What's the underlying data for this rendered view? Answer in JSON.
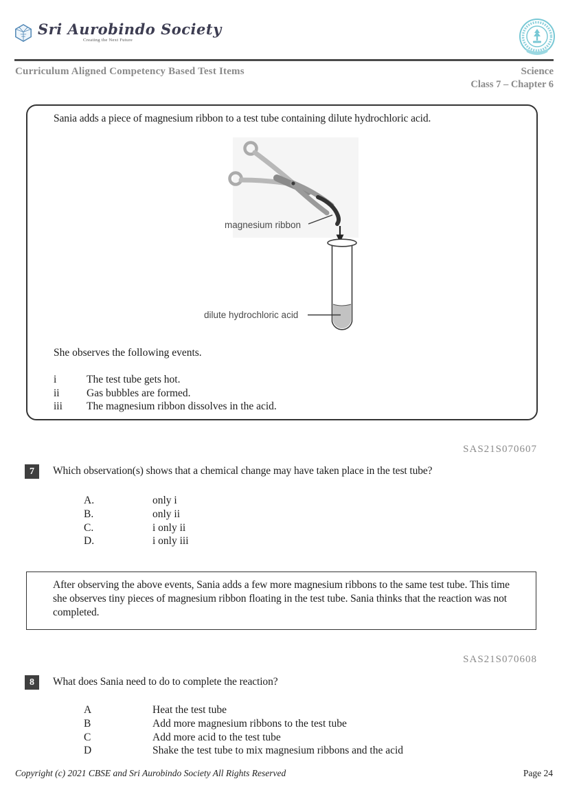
{
  "header": {
    "logo_text": "Sri Aurobindo Society",
    "logo_tagline": "Creating the Next Future",
    "left_heading": "Curriculum Aligned Competency Based Test Items",
    "subject": "Science",
    "class_chapter": "Class 7 – Chapter 6"
  },
  "scenario1": {
    "intro": "Sania adds a piece of magnesium ribbon to a test tube containing dilute hydrochloric acid.",
    "figure": {
      "label_ribbon": "magnesium ribbon",
      "label_acid": "dilute hydrochloric acid"
    },
    "observe_line": "She observes the following events.",
    "events": [
      {
        "num": "i",
        "text": "The test tube gets hot."
      },
      {
        "num": "ii",
        "text": "Gas bubbles are formed."
      },
      {
        "num": "iii",
        "text": "The magnesium ribbon dissolves in the acid."
      }
    ]
  },
  "question7": {
    "code": "SAS21S070607",
    "number": "7",
    "text": "Which observation(s) shows that a chemical change may have taken place in the test tube?",
    "options": [
      {
        "letter": "A.",
        "text": "only i"
      },
      {
        "letter": "B.",
        "text": "only ii"
      },
      {
        "letter": "C.",
        "text": "i only ii"
      },
      {
        "letter": "D.",
        "text": "i only iii"
      }
    ]
  },
  "scenario2": {
    "text": "After observing the above events, Sania adds a few more magnesium ribbons to the same test tube. This time she observes tiny pieces of magnesium ribbon floating in the test tube. Sania thinks that the reaction was not completed."
  },
  "question8": {
    "code": "SAS21S070608",
    "number": "8",
    "text": "What does Sania need to do to complete the reaction?",
    "options": [
      {
        "letter": "A",
        "text": "Heat the test tube"
      },
      {
        "letter": "B",
        "text": "Add more magnesium ribbons to the test tube"
      },
      {
        "letter": "C",
        "text": "Add more acid to the test tube"
      },
      {
        "letter": "D",
        "text": "Shake the test tube to mix magnesium ribbons and the acid"
      }
    ]
  },
  "footer": {
    "copyright": "Copyright (c) 2021 CBSE and Sri Aurobindo Society All Rights Reserved",
    "page": "Page 24"
  },
  "colors": {
    "teal_emblem": "#78c8d5",
    "heading_gray": "#8a8a8a",
    "badge_dark": "#3f3f3f",
    "rule_dark": "#4a4a4a"
  }
}
